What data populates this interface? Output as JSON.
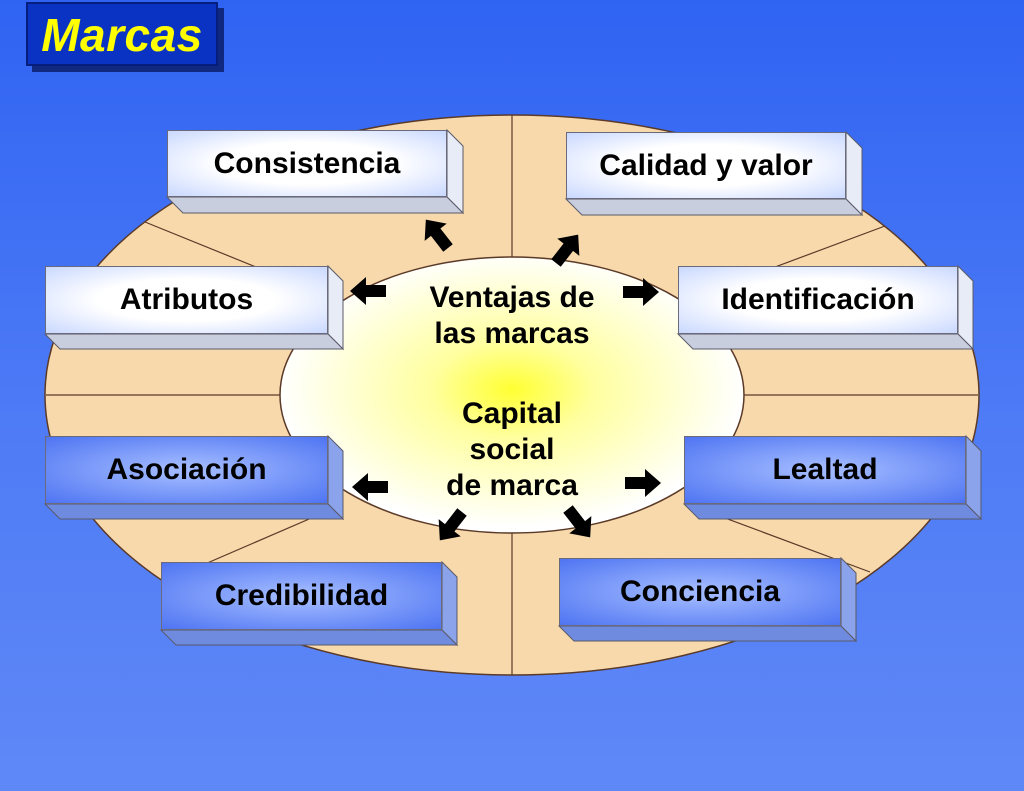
{
  "title": "Marcas",
  "center": {
    "line1": "Ventajas de",
    "line2": "las marcas",
    "line3": "Capital",
    "line4": "social",
    "line5": "de marca"
  },
  "boxes": {
    "consistencia": "Consistencia",
    "calidad": "Calidad y valor",
    "atributos": "Atributos",
    "identificacion": "Identificación",
    "asociacion": "Asociación",
    "lealtad": "Lealtad",
    "credibilidad": "Credibilidad",
    "conciencia": "Conciencia"
  },
  "colors": {
    "outer_ellipse": "#f7d9ac",
    "center_glow": "#ffff33",
    "title_text": "#ffff00",
    "title_bg": "#0a33c4"
  }
}
